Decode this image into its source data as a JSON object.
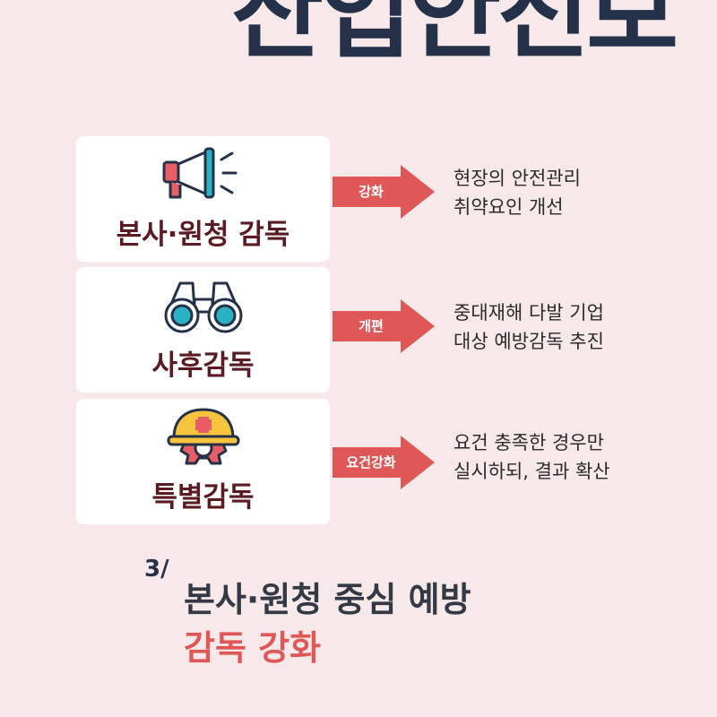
{
  "header": {
    "title": "산업안전보"
  },
  "items": [
    {
      "label": "본사·원청 감독",
      "action": "강화",
      "desc_lines": [
        "현장의 안전관리",
        "취약요인 개선"
      ],
      "icon": "megaphone-icon"
    },
    {
      "label": "사후감독",
      "action": "개편",
      "desc_lines": [
        "중대재해 다발 기업",
        "대상 예방감독 추진"
      ],
      "icon": "binoculars-icon"
    },
    {
      "label": "특별감독",
      "action": "요건강화",
      "desc_lines": [
        "요건 충족한 경우만",
        "실시하되, 결과 확산"
      ],
      "icon": "safety-helmet-icon"
    }
  ],
  "section": {
    "number": "3/",
    "title": "본사·원청 중심 예방",
    "highlight": "감독 강화"
  },
  "colors": {
    "background": "#f7e9e9",
    "navy": "#243149",
    "red": "#e05757",
    "label": "#5a1b22"
  }
}
